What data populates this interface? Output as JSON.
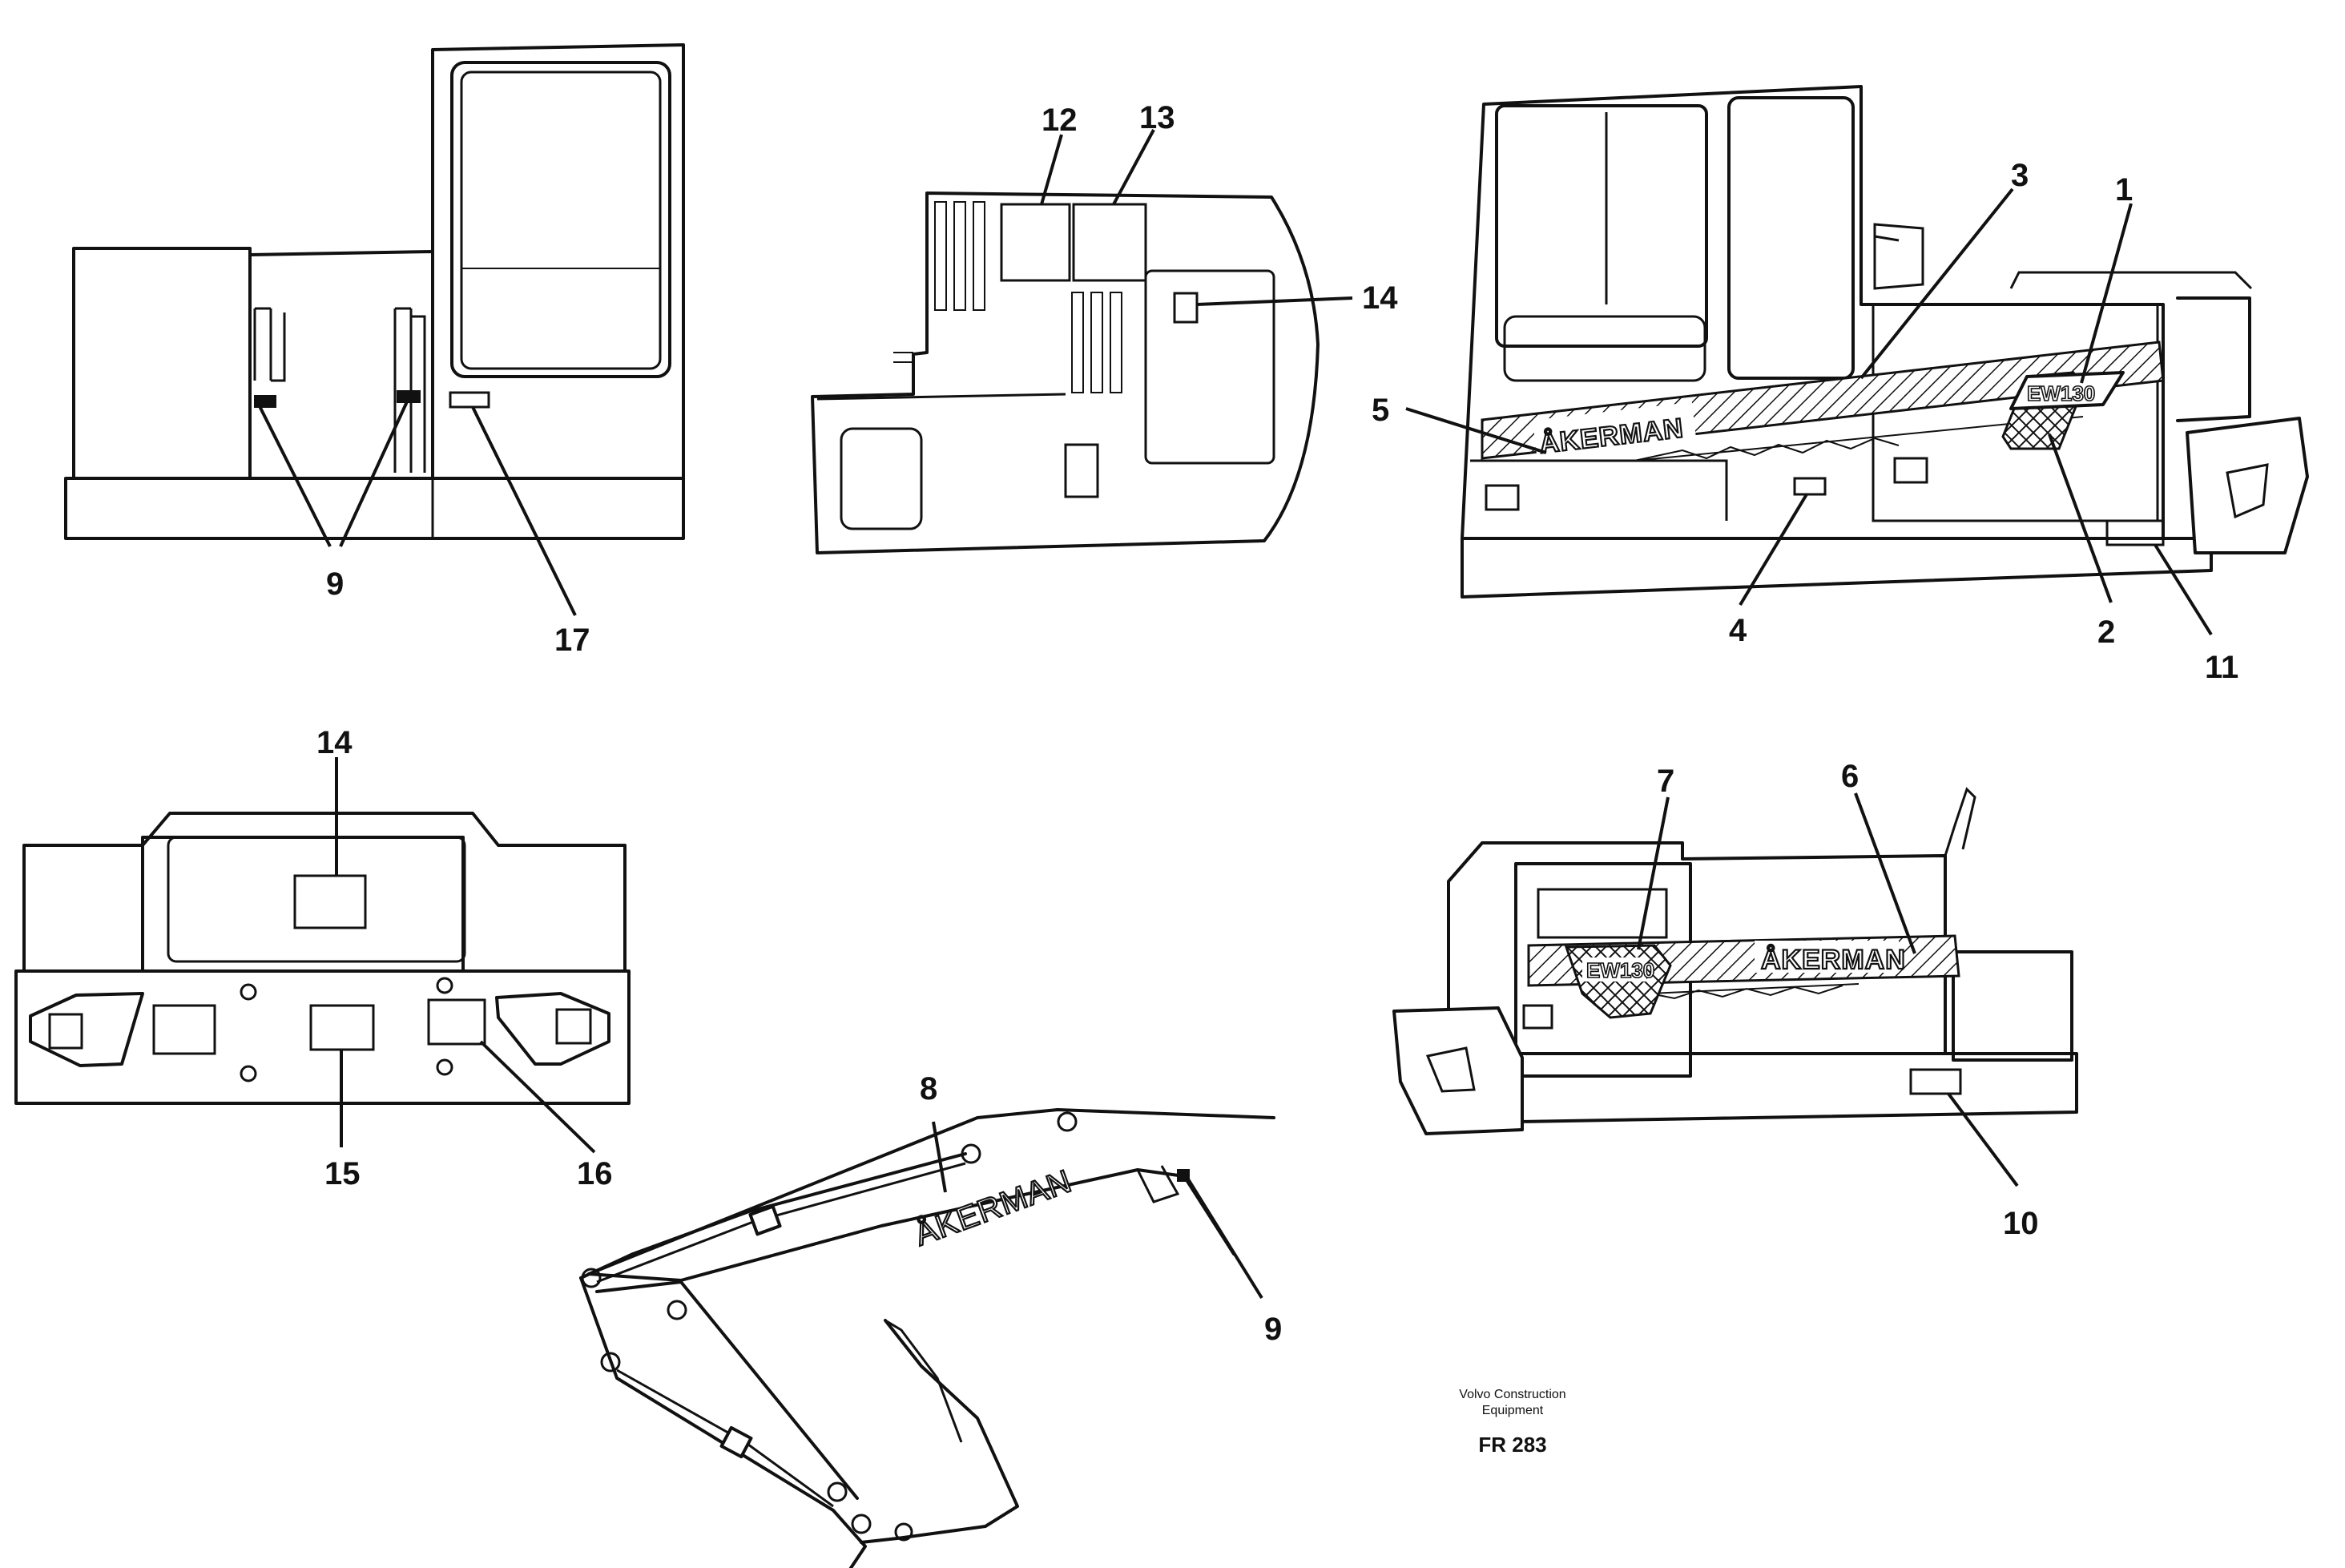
{
  "callouts": {
    "c1": "1",
    "c2": "2",
    "c3": "3",
    "c4": "4",
    "c5": "5",
    "c6": "6",
    "c7": "7",
    "c8": "8",
    "c9_left": "9",
    "c9_boom": "9",
    "c10": "10",
    "c11": "11",
    "c12": "12",
    "c13": "13",
    "c14_cab": "14",
    "c14_rear": "14",
    "c15": "15",
    "c16": "16",
    "c17": "17"
  },
  "decals": {
    "brand_side": "ÅKERMAN",
    "brand_rear_side": "ÅKERMAN",
    "brand_boom": "ÅKERMAN",
    "model_side": "EW130",
    "model_rear_side": "EW130"
  },
  "footer": {
    "company_line1": "Volvo Construction",
    "company_line2": "Equipment",
    "code": "FR 283"
  }
}
